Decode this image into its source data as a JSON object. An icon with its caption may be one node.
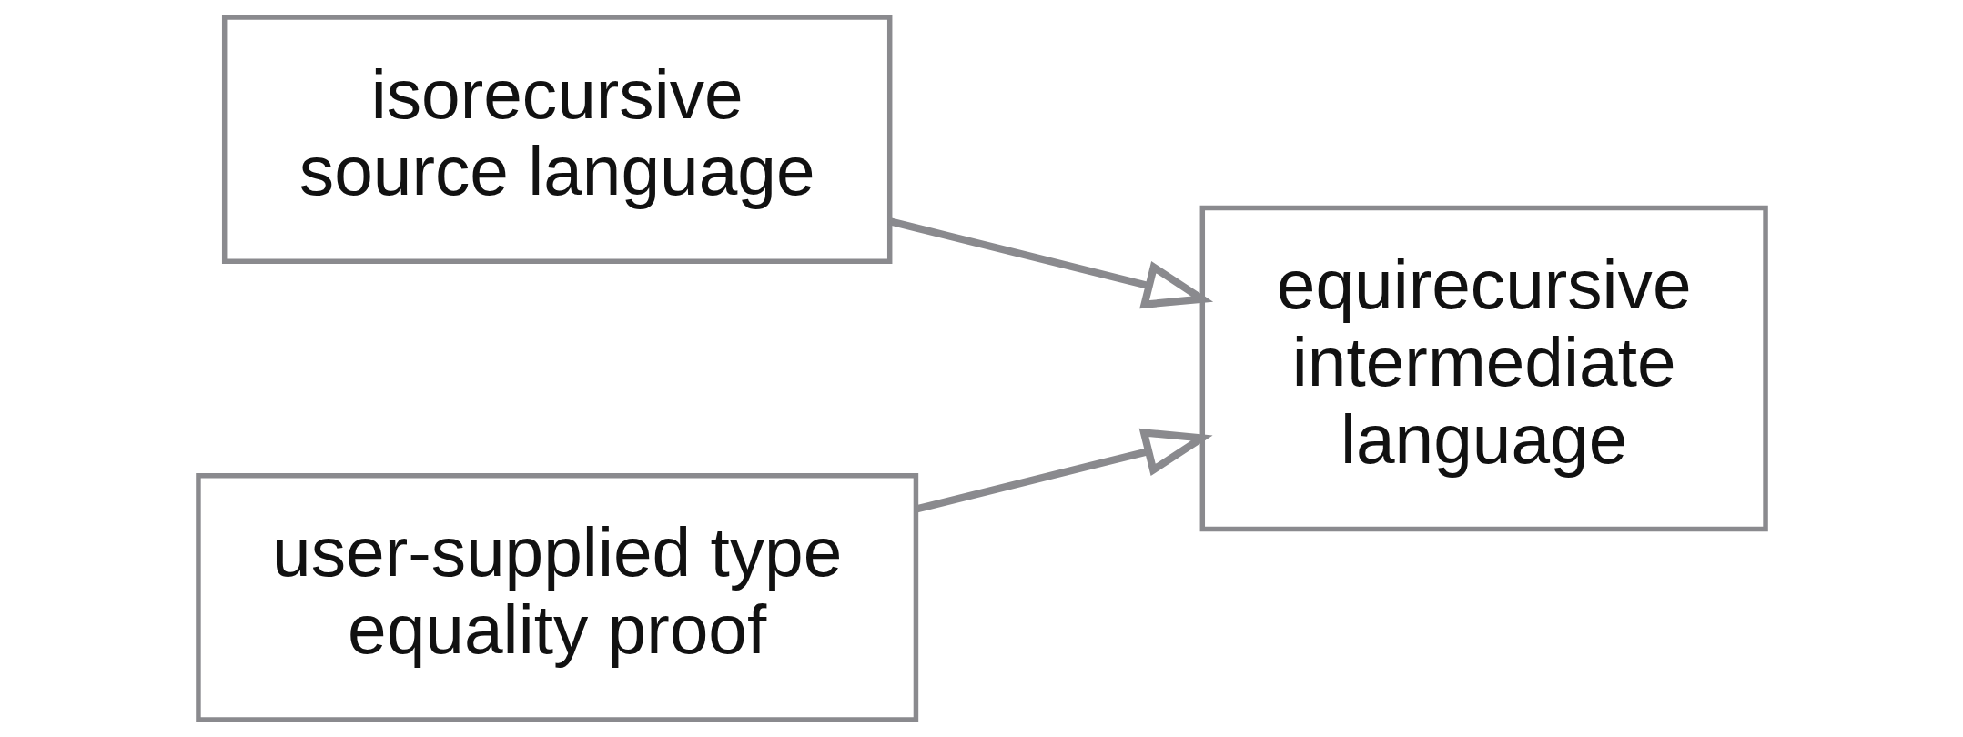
{
  "diagram": {
    "nodes": [
      {
        "text": [
          "isorecursive source language"
        ]
      },
      {
        "text": [
          "user-supplied type equality proof"
        ]
      },
      {
        "text": [
          "equirecursive intermediate language"
        ]
      }
    ],
    "edges": [
      {
        "from": 0,
        "to": 2,
        "arrow": "to"
      },
      {
        "from": 1,
        "to": 2,
        "arrow": "to"
      }
    ]
  }
}
